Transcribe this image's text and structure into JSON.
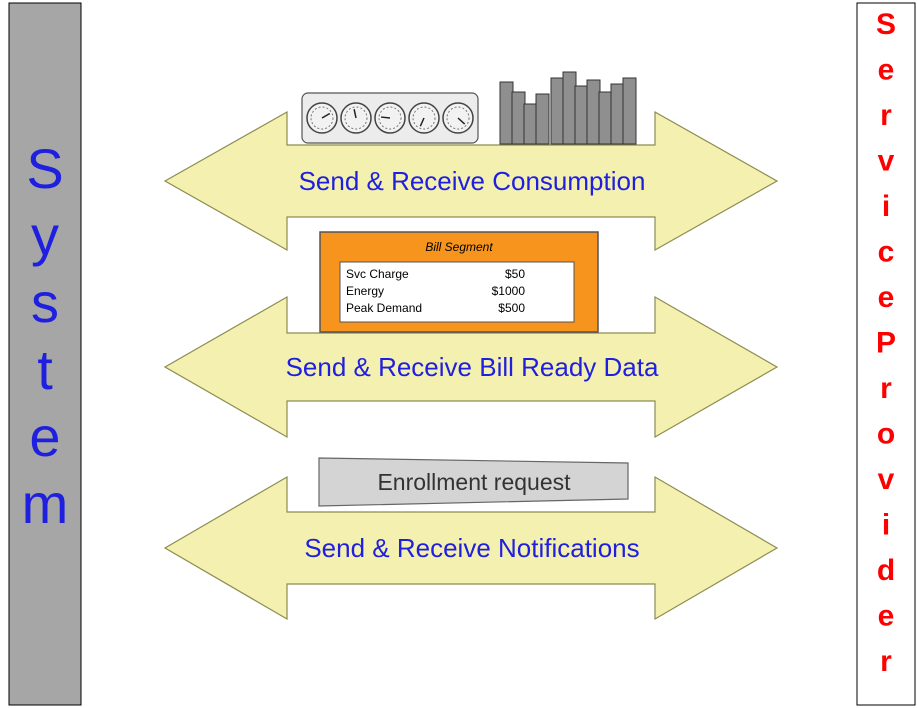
{
  "left_panel": {
    "letters": [
      "S",
      "y",
      "s",
      "t",
      "e",
      "m"
    ],
    "fill_color": "#a6a6a6",
    "text_color": "#1f1fe0"
  },
  "right_panel": {
    "letters": [
      "S",
      "e",
      "r",
      "v",
      "i",
      "c",
      "e",
      "P",
      "r",
      "o",
      "v",
      "i",
      "d",
      "e",
      "r"
    ],
    "fill_color": "#ffffff",
    "text_color": "#ff0000"
  },
  "arrows": {
    "fill_color": "#f4f0b0",
    "label_color": "#1f1fe0",
    "consumption_label": "Send & Receive Consumption",
    "bill_label": "Send & Receive Bill Ready Data",
    "notifications_label": "Send & Receive Notifications"
  },
  "bill_segment": {
    "title": "Bill Segment",
    "rows": [
      {
        "item": "Svc Charge",
        "amount": "$50"
      },
      {
        "item": "Energy",
        "amount": "$1000"
      },
      {
        "item": "Peak Demand",
        "amount": "$500"
      }
    ],
    "bg_color": "#f7941d"
  },
  "enrollment": {
    "label": "Enrollment request",
    "bg_color": "#d4d4d4"
  },
  "icons": {
    "meters": "meter-dials-icon",
    "chart": "bar-chart-icon"
  }
}
